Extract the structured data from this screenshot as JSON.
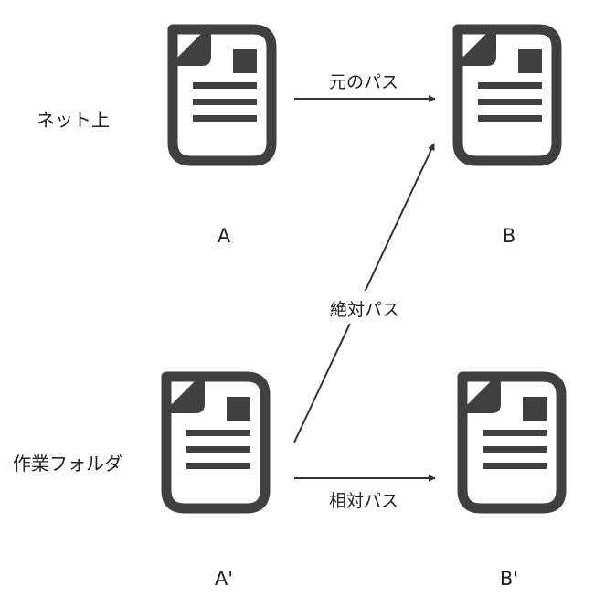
{
  "colors": {
    "icon": "#404040",
    "arrow": "#333333",
    "text": "#222222",
    "background": "#ffffff"
  },
  "icon_name": "document-icon",
  "group_labels": {
    "online": "ネット上",
    "workfolder": "作業フォルダ"
  },
  "files": {
    "a": "A",
    "b": "B",
    "a_prime": "A'",
    "b_prime": "B'"
  },
  "edges": {
    "original_path": "元のパス",
    "absolute_path": "絶対パス",
    "relative_path": "相対パス"
  }
}
